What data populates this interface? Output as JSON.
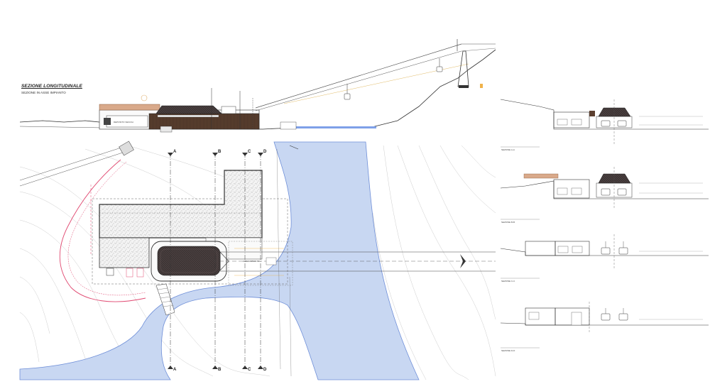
{
  "drawing": {
    "title": "SEZIONE LONGITUDINALE",
    "subtitle": "SEZIONE IN ASSE IMPIANTO",
    "section_letters": [
      "A",
      "B",
      "C",
      "D"
    ],
    "plan_label_room": "ZONA IMPIANTO",
    "elevation_room": "DEPOSITO VEICOLI",
    "side_sections": [
      {
        "caption": "SEZIONE A-A"
      },
      {
        "caption": "SEZIONE B-B"
      },
      {
        "caption": "SEZIONE C-C"
      },
      {
        "caption": "SEZIONE D-D"
      }
    ]
  },
  "colors": {
    "water": "#c8d7f2",
    "water_edge": "#6f8fd8",
    "roof": "#3c3434",
    "wood": "#5a3e2e",
    "route": "#e04870",
    "speckle": "#8a8a8a"
  }
}
